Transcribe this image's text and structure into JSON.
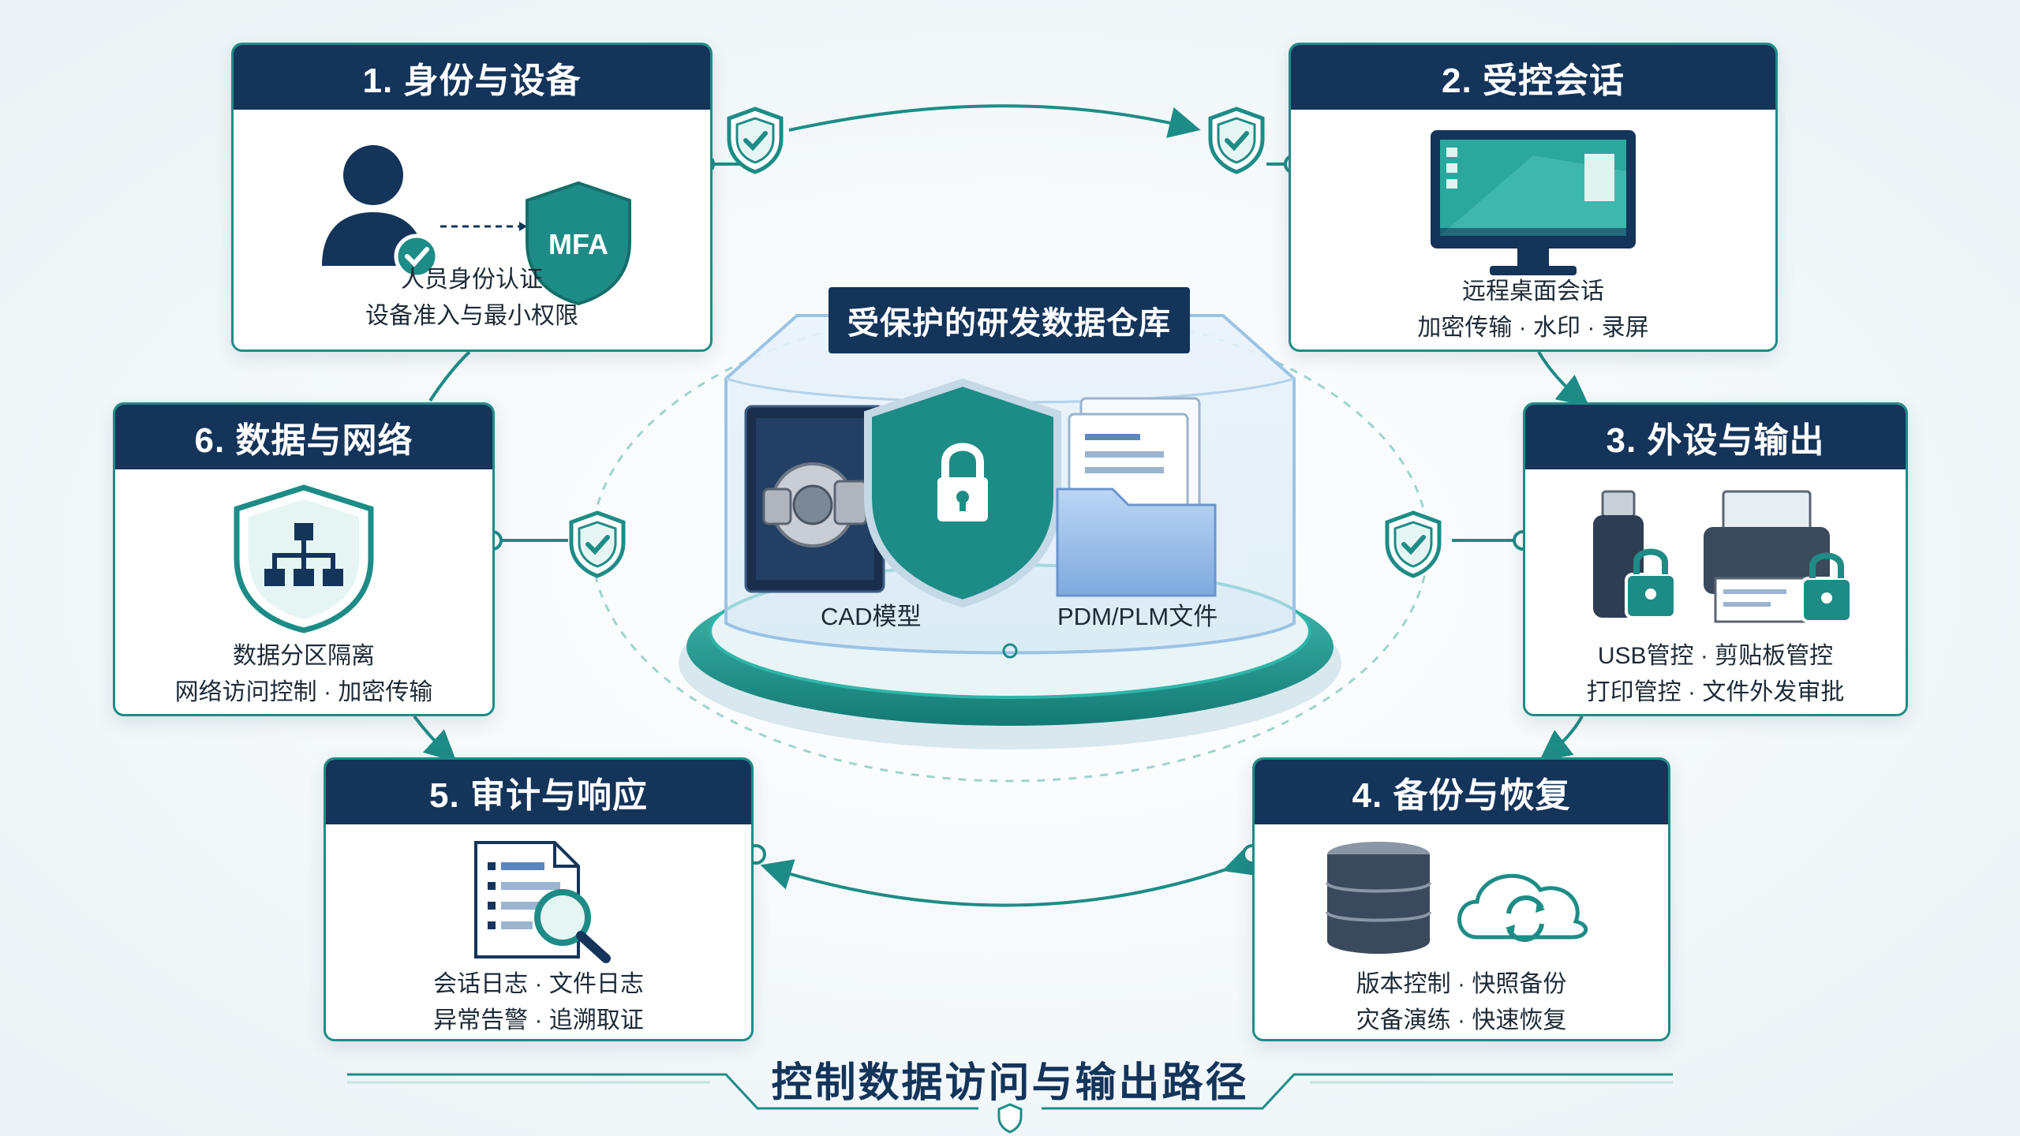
{
  "vault": {
    "title": "受保护的研发数据仓库",
    "cad_label": "CAD模型",
    "pdm_label": "PDM/PLM文件"
  },
  "cards": {
    "c1": {
      "title": "1. 身份与设备",
      "badge": "MFA",
      "line1": "人员身份认证",
      "line2": "设备准入与最小权限"
    },
    "c2": {
      "title": "2. 受控会话",
      "line1": "远程桌面会话",
      "line2": "加密传输 · 水印 · 录屏"
    },
    "c3": {
      "title": "3. 外设与输出",
      "line1": "USB管控 · 剪贴板管控",
      "line2": "打印管控 · 文件外发审批"
    },
    "c4": {
      "title": "4. 备份与恢复",
      "line1": "版本控制 · 快照备份",
      "line2": "灾备演练 · 快速恢复"
    },
    "c5": {
      "title": "5. 审计与响应",
      "line1": "会话日志 · 文件日志",
      "line2": "异常告警 · 追溯取证"
    },
    "c6": {
      "title": "6. 数据与网络",
      "line1": "数据分区隔离",
      "line2": "网络访问控制 · 加密传输"
    }
  },
  "footer": {
    "title": "控制数据访问与输出路径"
  },
  "colors": {
    "navy": "#14345a",
    "teal": "#1e8c86",
    "teal_light": "#2fb5a8"
  },
  "icons": [
    "user-icon",
    "check-icon",
    "mfa-shield-icon",
    "monitor-icon",
    "usb-lock-icon",
    "printer-lock-icon",
    "database-icon",
    "cloud-sync-icon",
    "log-search-icon",
    "network-shield-icon",
    "cad-part-icon",
    "lock-shield-icon",
    "folder-icon"
  ]
}
